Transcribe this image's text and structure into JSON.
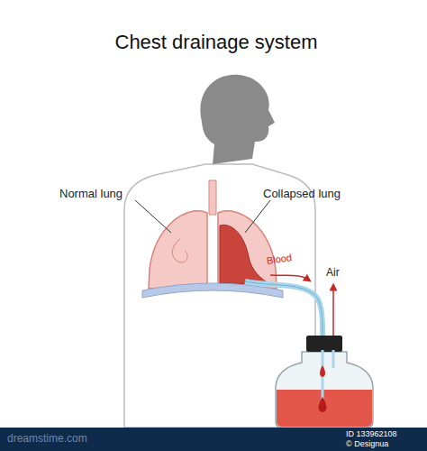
{
  "diagram": {
    "title": "Chest drainage system",
    "labels": [
      "Normal lung",
      "Collapsed lung",
      "Blood",
      "Air",
      "dreamstime.com",
      "ID 133962108",
      "© Designua"
    ]
  }
}
